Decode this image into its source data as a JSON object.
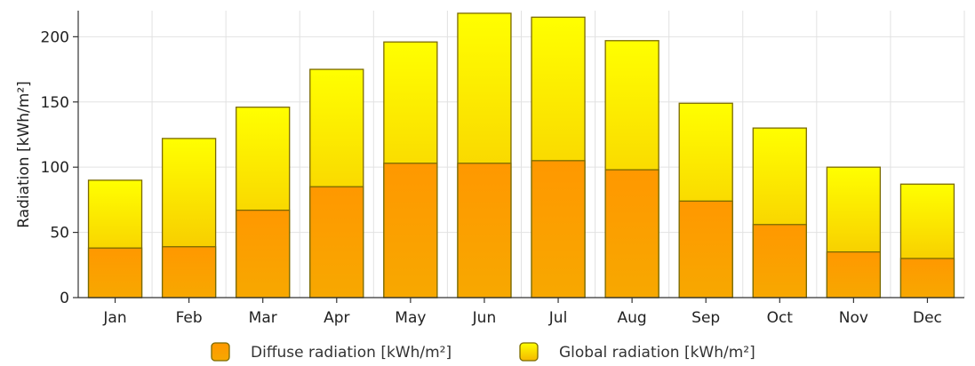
{
  "chart_data": {
    "type": "bar",
    "stacking": "overlap",
    "categories": [
      "Jan",
      "Feb",
      "Mar",
      "Apr",
      "May",
      "Jun",
      "Jul",
      "Aug",
      "Sep",
      "Oct",
      "Nov",
      "Dec"
    ],
    "series": [
      {
        "name": "Global radiation [kWh/m²]",
        "values": [
          90,
          122,
          146,
          175,
          196,
          218,
          215,
          197,
          149,
          130,
          100,
          87
        ],
        "color_top": "#ffff00",
        "color_bottom": "#f4b800"
      },
      {
        "name": "Diffuse radiation [kWh/m²]",
        "values": [
          38,
          39,
          67,
          85,
          103,
          103,
          105,
          98,
          74,
          56,
          35,
          30
        ],
        "color_top": "#ff9800",
        "color_bottom": "#f7a800"
      }
    ],
    "ylabel": "Radiation [kWh/m²]",
    "xlabel": "",
    "ylim": [
      0,
      220
    ],
    "yticks": [
      0,
      50,
      100,
      150,
      200
    ],
    "grid": true,
    "legend": "bottom-center"
  }
}
